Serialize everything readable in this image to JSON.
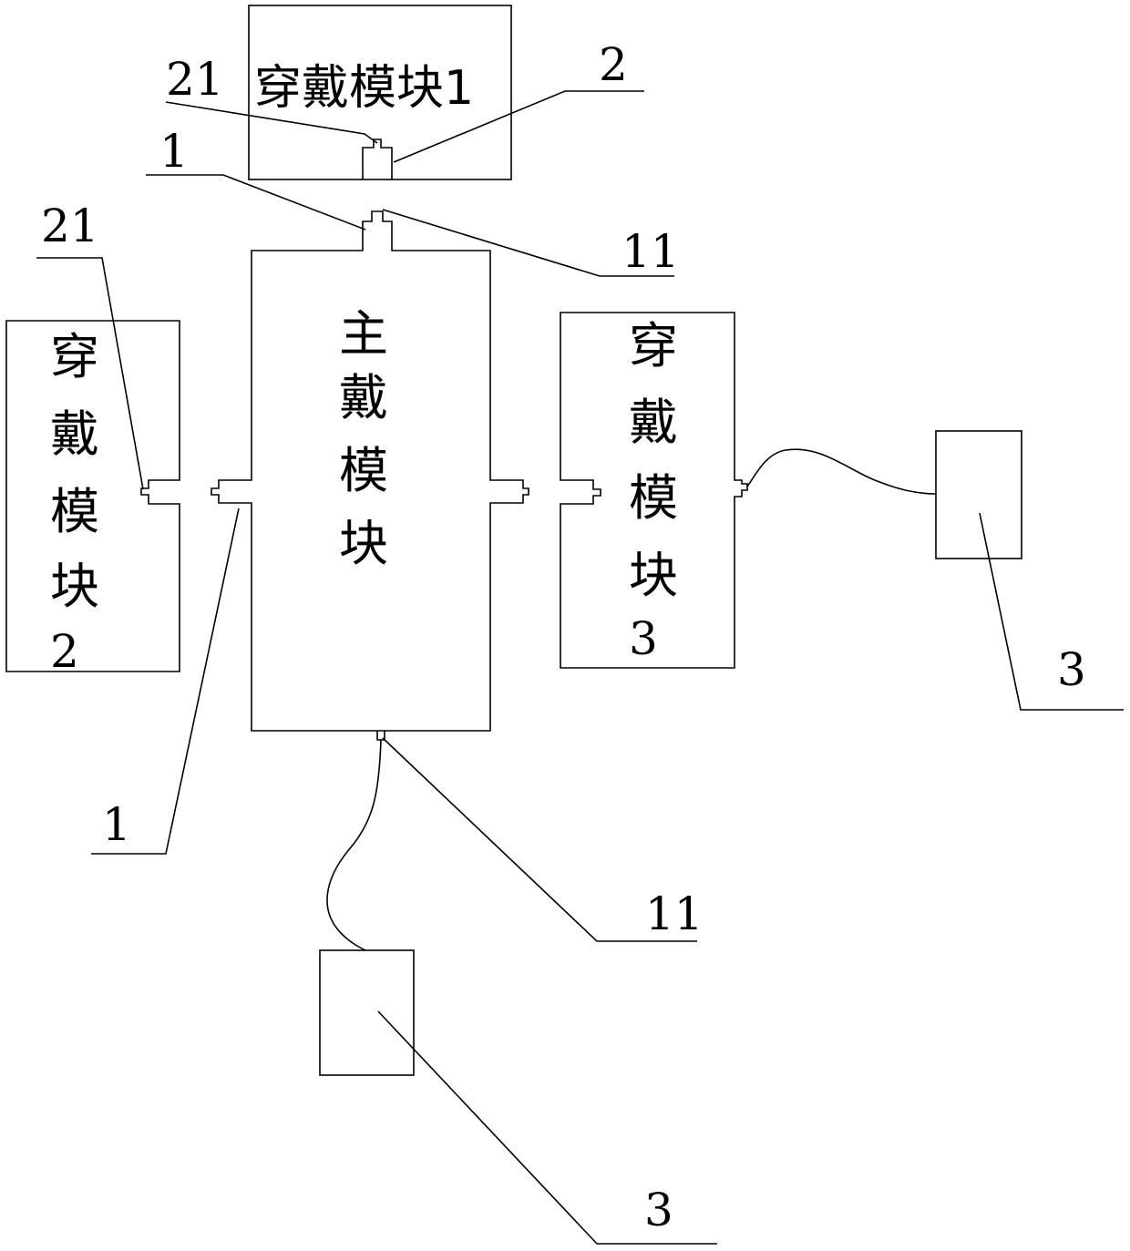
{
  "modules": {
    "wear1": "穿戴模块1",
    "wear2": [
      "穿",
      "戴",
      "模",
      "块",
      "2"
    ],
    "main": [
      "主",
      "戴",
      "模",
      "块"
    ],
    "wear3": [
      "穿",
      "戴",
      "模",
      "块",
      "3"
    ]
  },
  "callouts": {
    "top_21": "21",
    "top_2": "2",
    "top_1": "1",
    "top_11": "11",
    "left_21": "21",
    "left_1": "1",
    "right_3": "3",
    "bottom_11": "11",
    "bottom_3": "3"
  }
}
